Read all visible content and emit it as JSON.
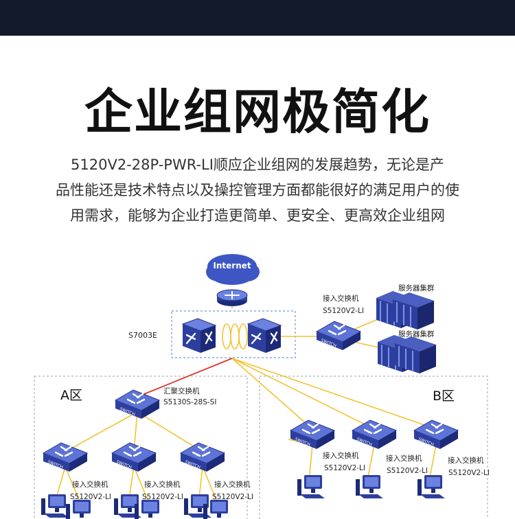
{
  "header": {
    "title": "企业组网极简化",
    "description_lines": [
      "5120V2-28P-PWR-LI顺应企业组网的发展趋势，无论是产",
      "品性能还是技术特点以及操控管理方面都能很好的满足用户的使",
      "用需求，能够为企业打造更简单、更安全、更高效企业组网"
    ]
  },
  "diagram": {
    "internet_label": "Internet",
    "core_label": "S7003E",
    "server_access": {
      "role": "接入交换机",
      "model": "S5120V2-LI"
    },
    "server_groups": [
      "服务器集群",
      "服务器集群"
    ],
    "zone_a": {
      "label": "A区",
      "aggregation": {
        "role": "汇聚交换机",
        "model": "S5130S-28S-SI"
      },
      "access": [
        {
          "role": "接入交换机",
          "model": "S5120V2-LI"
        },
        {
          "role": "接入交换机",
          "model": "S5120V2-LI"
        },
        {
          "role": "接入交换机",
          "model": "S5120V2-LI"
        }
      ]
    },
    "zone_b": {
      "label": "B区",
      "access": [
        {
          "role": "接入交换机",
          "model": "S5120V2-LI"
        },
        {
          "role": "接入交换机",
          "model": "S5120V2-LI"
        },
        {
          "role": "接入交换机",
          "model": "S5120V2-LI"
        }
      ]
    },
    "switch_tag": "SWITCH",
    "colors": {
      "link": "#f2c230",
      "uplink": "#e0322a",
      "device": "#2d3f9e",
      "zone_border": "#9aa3ad",
      "core_border": "#4a7fd0"
    }
  }
}
